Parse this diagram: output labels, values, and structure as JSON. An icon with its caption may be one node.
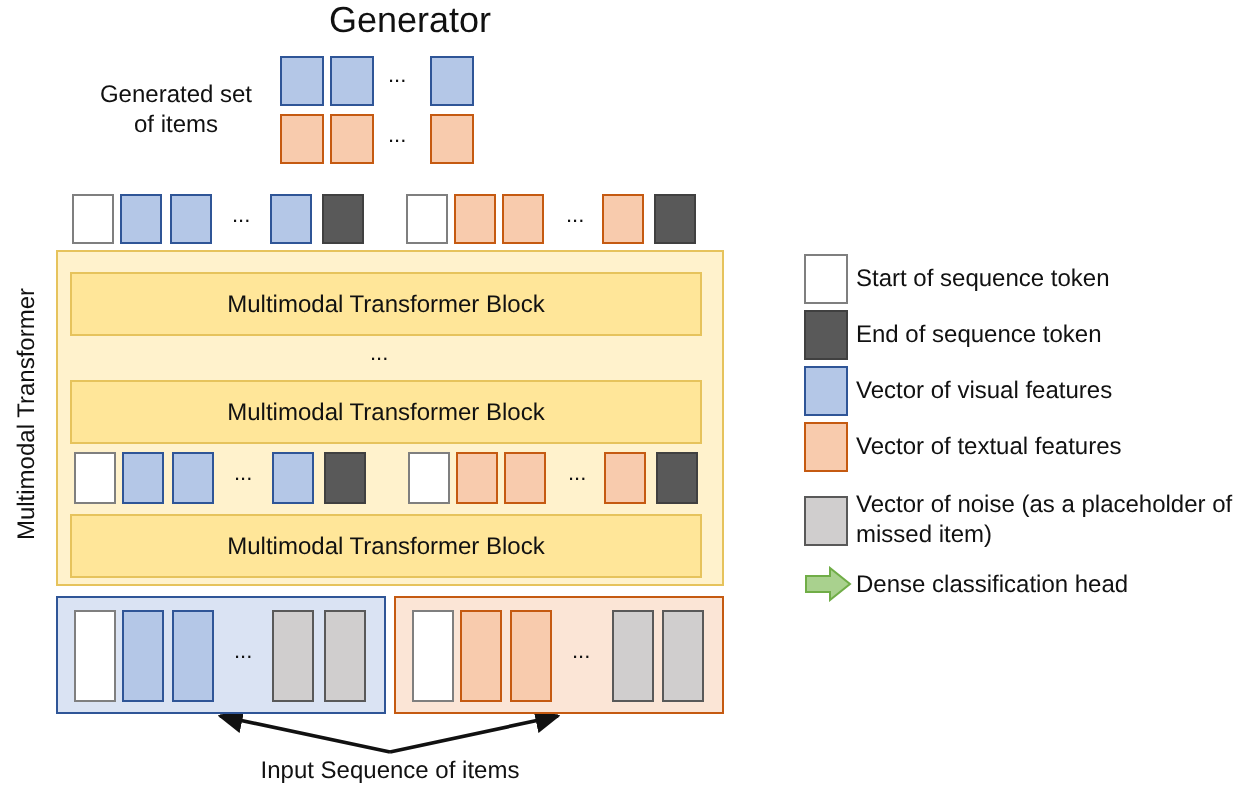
{
  "diagram": {
    "title": "Generator",
    "nodes": [
      {
        "text": [
          "Multimodal Transformer"
        ]
      },
      {
        "text": [
          "Multimodal Transformer Block"
        ],
        "in": 0
      },
      {
        "text": [
          "Multimodal Transformer Block"
        ],
        "in": 0
      },
      {
        "text": [
          "Multimodal Transformer Block"
        ],
        "in": 0
      },
      {
        "text": [],
        "shape": "box"
      },
      {
        "text": [],
        "shape": "box"
      },
      {
        "text": [
          "Input Sequence of items"
        ]
      }
    ],
    "edges": [
      {
        "from": 6,
        "to": 4,
        "arrow": "to"
      },
      {
        "from": 6,
        "to": 5,
        "arrow": "to"
      }
    ],
    "labels": [
      "Generated set of items",
      "...",
      "...",
      "...",
      "...",
      "...",
      "...",
      "...",
      "...",
      "..."
    ],
    "legend": [
      {
        "text": "Start of sequence token",
        "color": "#ffffff"
      },
      {
        "text": "End of sequence token",
        "color": "#595959"
      },
      {
        "text": "Vector of visual features",
        "color": "#b4c7e7"
      },
      {
        "text": "Vector of textual features",
        "color": "#f8cbad"
      },
      {
        "text": "Vector of noise (as a placeholder of missed item)",
        "color": "#d0cece"
      },
      {
        "text": "Dense classification head"
      }
    ]
  }
}
